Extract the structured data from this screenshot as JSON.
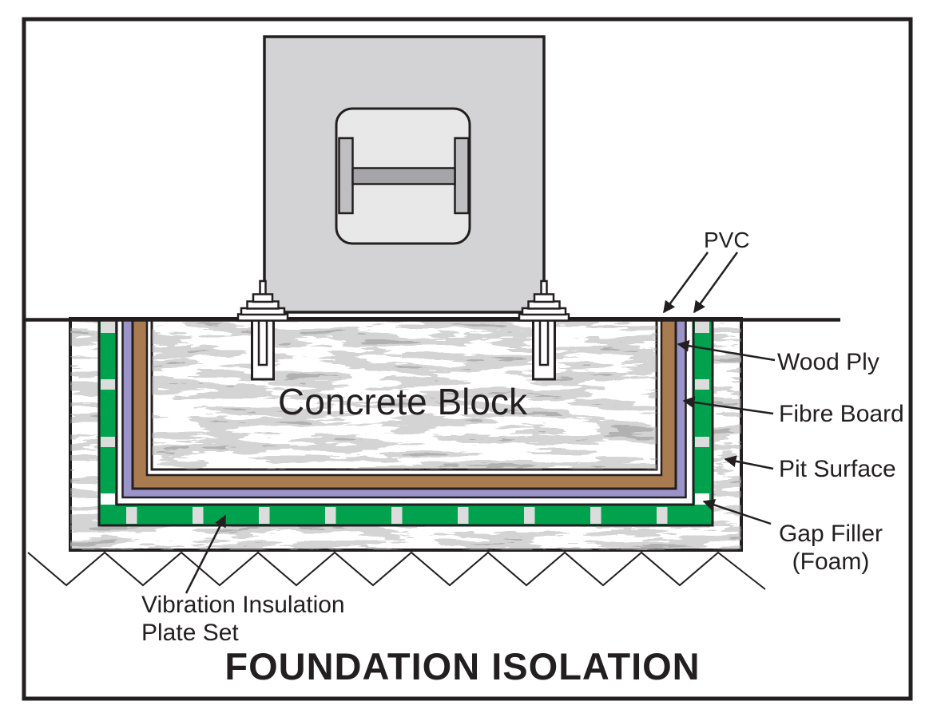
{
  "title": "FOUNDATION ISOLATION",
  "pit": {
    "concrete_label": "Concrete Block"
  },
  "labels": {
    "pvc": "PVC",
    "wood_ply": "Wood Ply",
    "fibre_board": "Fibre Board",
    "pit_surface": "Pit Surface",
    "gap_filler": "Gap Filler",
    "gap_filler_sub": "(Foam)",
    "vibration_insulation": "Vibration Insulation",
    "vibration_insulation_sub": "Plate Set"
  },
  "colors": {
    "plate_green": "#00A24E",
    "foam_gray": "#DCDCDC",
    "fibre_board_purple": "#9A94C8",
    "wood_ply_brown": "#A87C50",
    "machine_gray": "#D3D3D5",
    "machine_face_gray": "#E8E8E9",
    "bar_vertical_gray": "#BFBFC1",
    "bar_horizontal_gray": "#A5A5A8",
    "stone_texture_gray": "#A8A8A8",
    "line_black": "#231F20"
  }
}
